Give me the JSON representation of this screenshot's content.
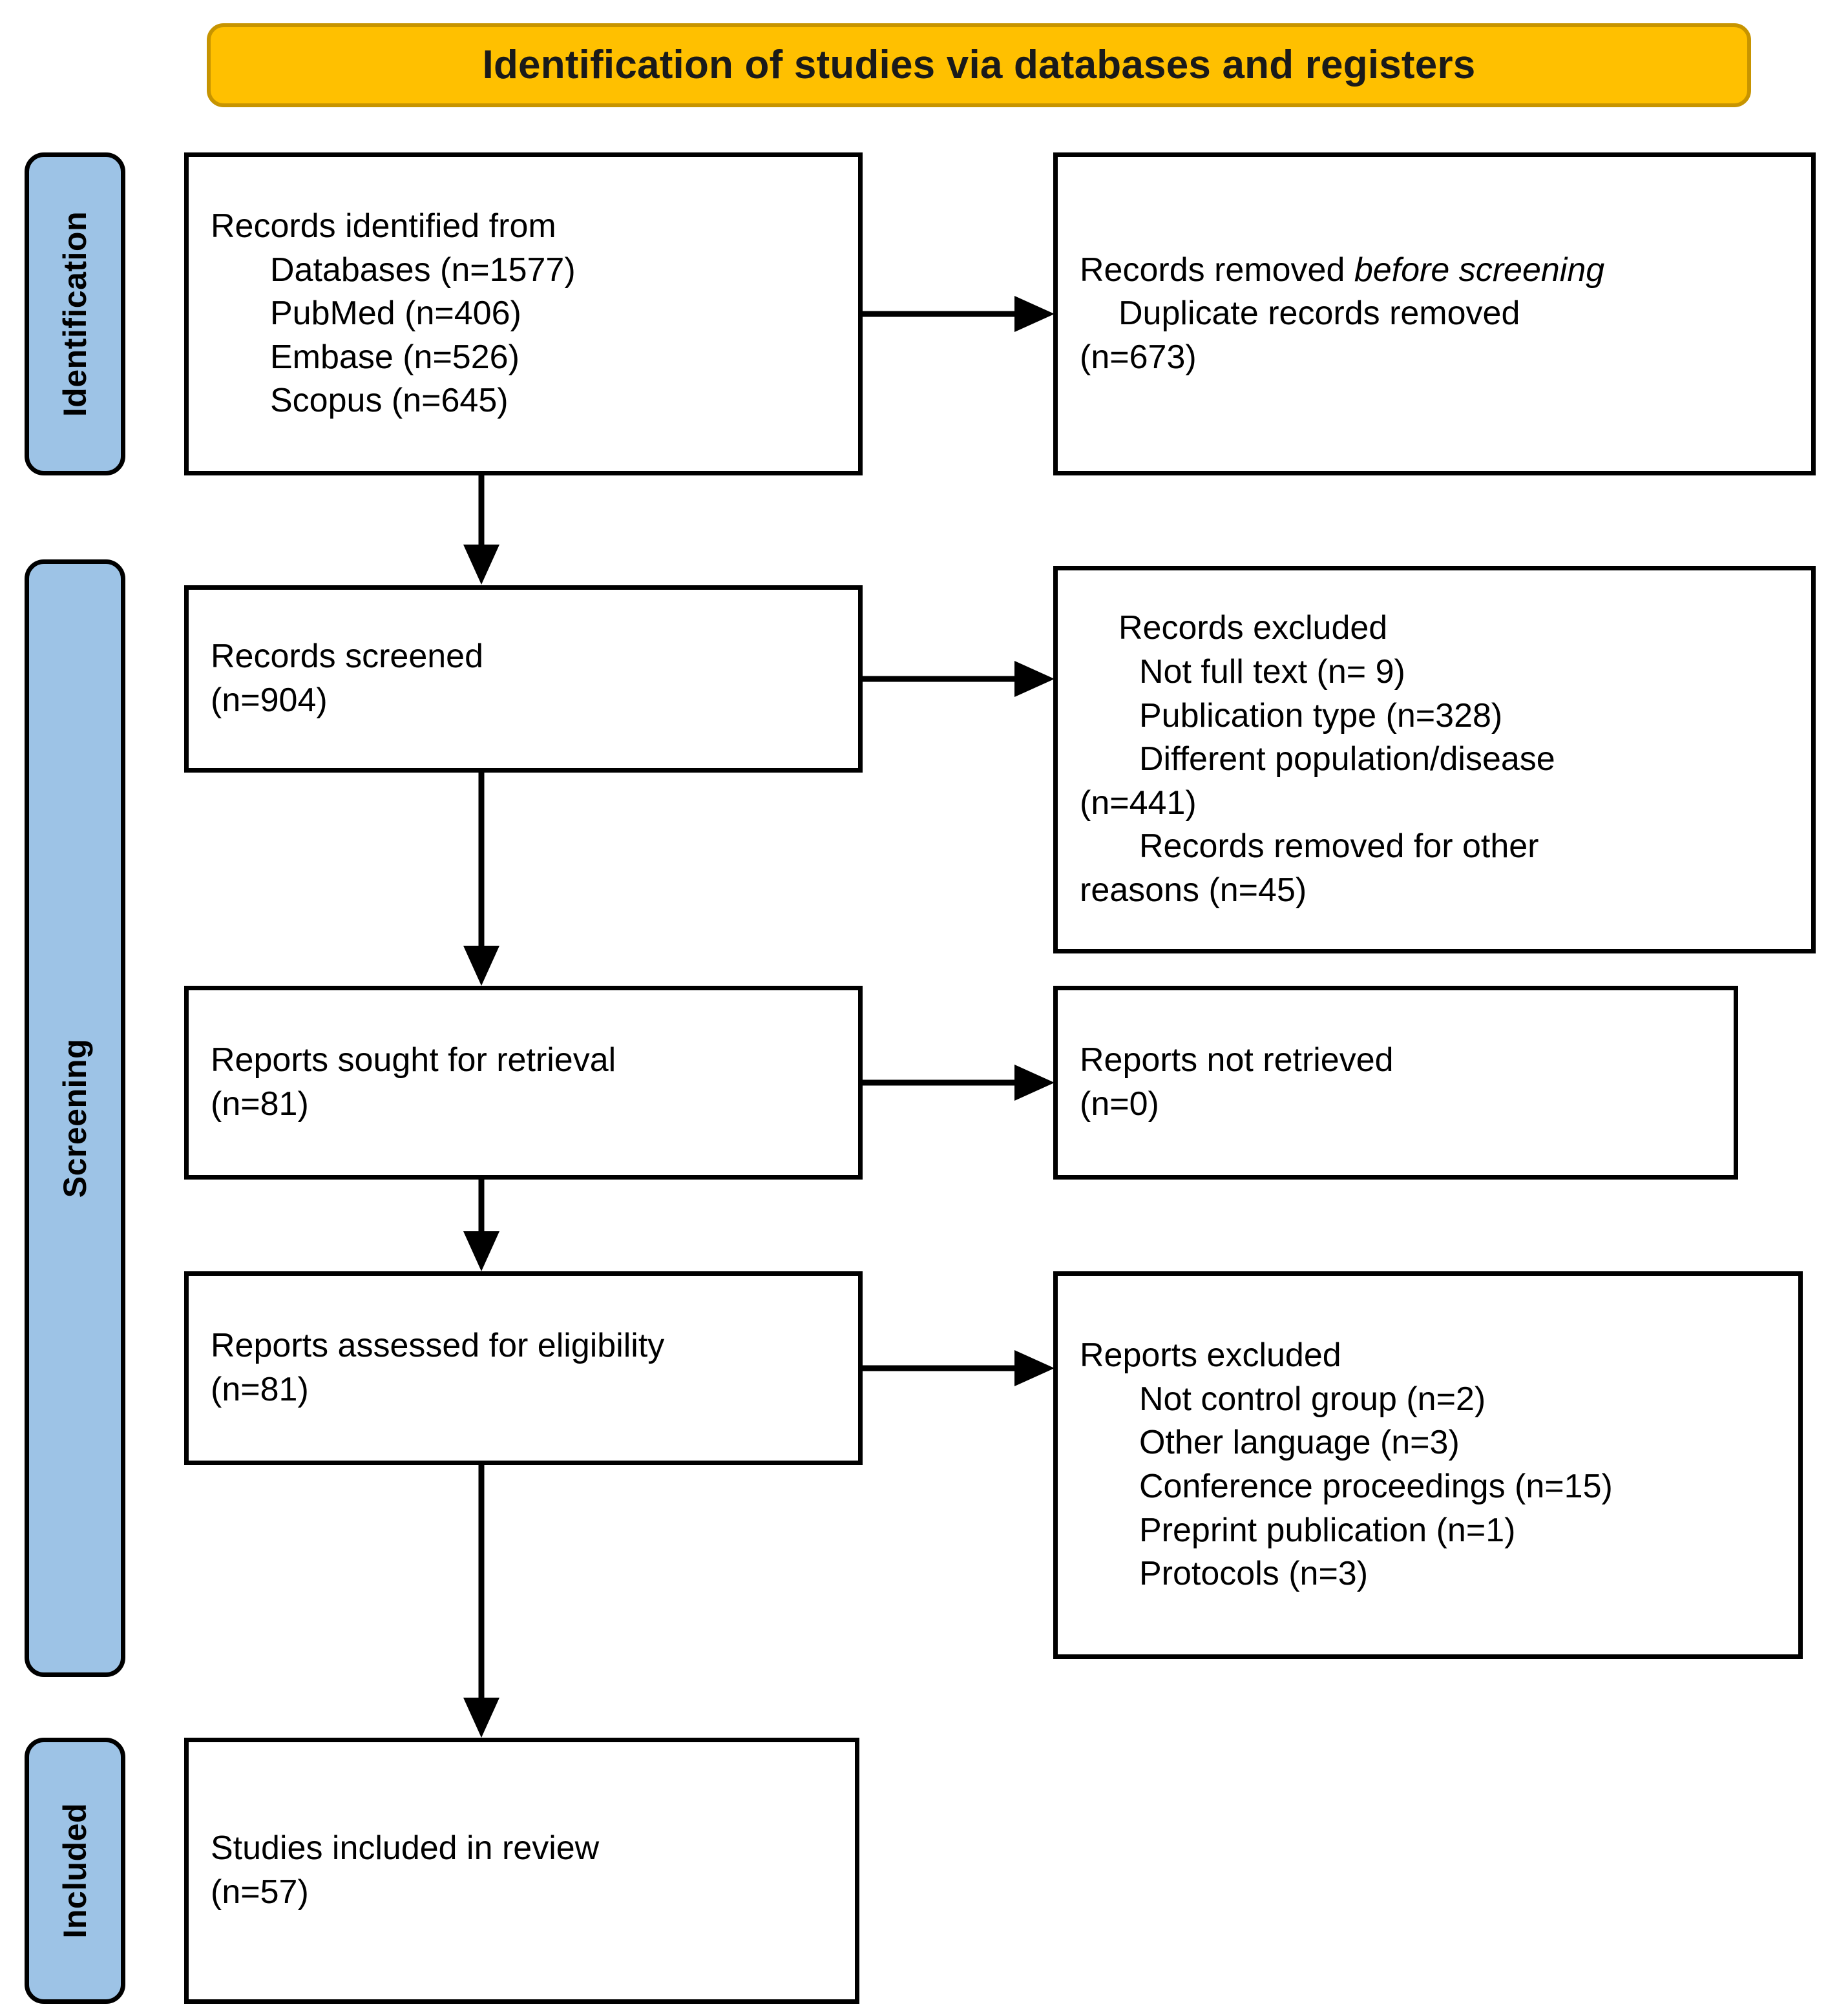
{
  "header": {
    "title": "Identification of studies via databases and registers",
    "background_color": "#FFC000",
    "border_color": "#C79400"
  },
  "stages": [
    {
      "id": "identification",
      "label": "Identification",
      "color": "#9DC3E6"
    },
    {
      "id": "screening",
      "label": "Screening",
      "color": "#9DC3E6"
    },
    {
      "id": "included",
      "label": "Included",
      "color": "#9DC3E6"
    }
  ],
  "boxes": {
    "identified": {
      "name": "records-identified-box",
      "lines": [
        "Records identified from",
        "Databases (n=1577)",
        "PubMed (n=406)",
        "Embase (n=526)",
        "Scopus (n=645)"
      ]
    },
    "removed_before": {
      "name": "records-removed-before-screening-box",
      "line1_prefix": "Records removed ",
      "line1_italic": "before screening",
      "lines": [
        "Duplicate records removed",
        "(n=673)"
      ]
    },
    "screened": {
      "name": "records-screened-box",
      "lines": [
        "Records screened",
        "(n=904)"
      ]
    },
    "records_excluded": {
      "name": "records-excluded-box",
      "title": "Records excluded",
      "lines": [
        "Not full text (n= 9)",
        "Publication type (n=328)",
        "Different population/disease",
        "(n=441)",
        "Records removed for other",
        "reasons (n=45)"
      ]
    },
    "sought": {
      "name": "reports-sought-for-retrieval-box",
      "lines": [
        "Reports sought for retrieval",
        "(n=81)"
      ]
    },
    "not_retrieved": {
      "name": "reports-not-retrieved-box",
      "lines": [
        "Reports not retrieved",
        "(n=0)"
      ]
    },
    "assessed": {
      "name": "reports-assessed-for-eligibility-box",
      "lines": [
        "Reports assessed for eligibility",
        "(n=81)"
      ]
    },
    "reports_excluded": {
      "name": "reports-excluded-box",
      "title": "Reports excluded",
      "lines": [
        "Not control group (n=2)",
        "Other language (n=3)",
        "Conference proceedings (n=15)",
        "Preprint publication (n=1)",
        "Protocols (n=3)"
      ]
    },
    "included": {
      "name": "studies-included-in-review-box",
      "lines": [
        "Studies included in review",
        "(n=57)"
      ]
    }
  },
  "chart_data": {
    "type": "diagram",
    "title": "Identification of studies via databases and registers",
    "flow": [
      {
        "stage": "Identification",
        "node": "Records identified from Databases",
        "n": 1577,
        "sources": [
          {
            "name": "PubMed",
            "n": 406
          },
          {
            "name": "Embase",
            "n": 526
          },
          {
            "name": "Scopus",
            "n": 645
          }
        ],
        "excluded": [
          {
            "reason": "Duplicate records removed",
            "n": 673
          }
        ]
      },
      {
        "stage": "Screening",
        "node": "Records screened",
        "n": 904,
        "excluded": [
          {
            "reason": "Not full text",
            "n": 9
          },
          {
            "reason": "Publication type",
            "n": 328
          },
          {
            "reason": "Different population/disease",
            "n": 441
          },
          {
            "reason": "Records removed for other reasons",
            "n": 45
          }
        ]
      },
      {
        "stage": "Screening",
        "node": "Reports sought for retrieval",
        "n": 81,
        "excluded": [
          {
            "reason": "Reports not retrieved",
            "n": 0
          }
        ]
      },
      {
        "stage": "Screening",
        "node": "Reports assessed for eligibility",
        "n": 81,
        "excluded": [
          {
            "reason": "Not control group",
            "n": 2
          },
          {
            "reason": "Other language",
            "n": 3
          },
          {
            "reason": "Conference proceedings",
            "n": 15
          },
          {
            "reason": "Preprint publication",
            "n": 1
          },
          {
            "reason": "Protocols",
            "n": 3
          }
        ]
      },
      {
        "stage": "Included",
        "node": "Studies included in review",
        "n": 57,
        "excluded": []
      }
    ]
  }
}
